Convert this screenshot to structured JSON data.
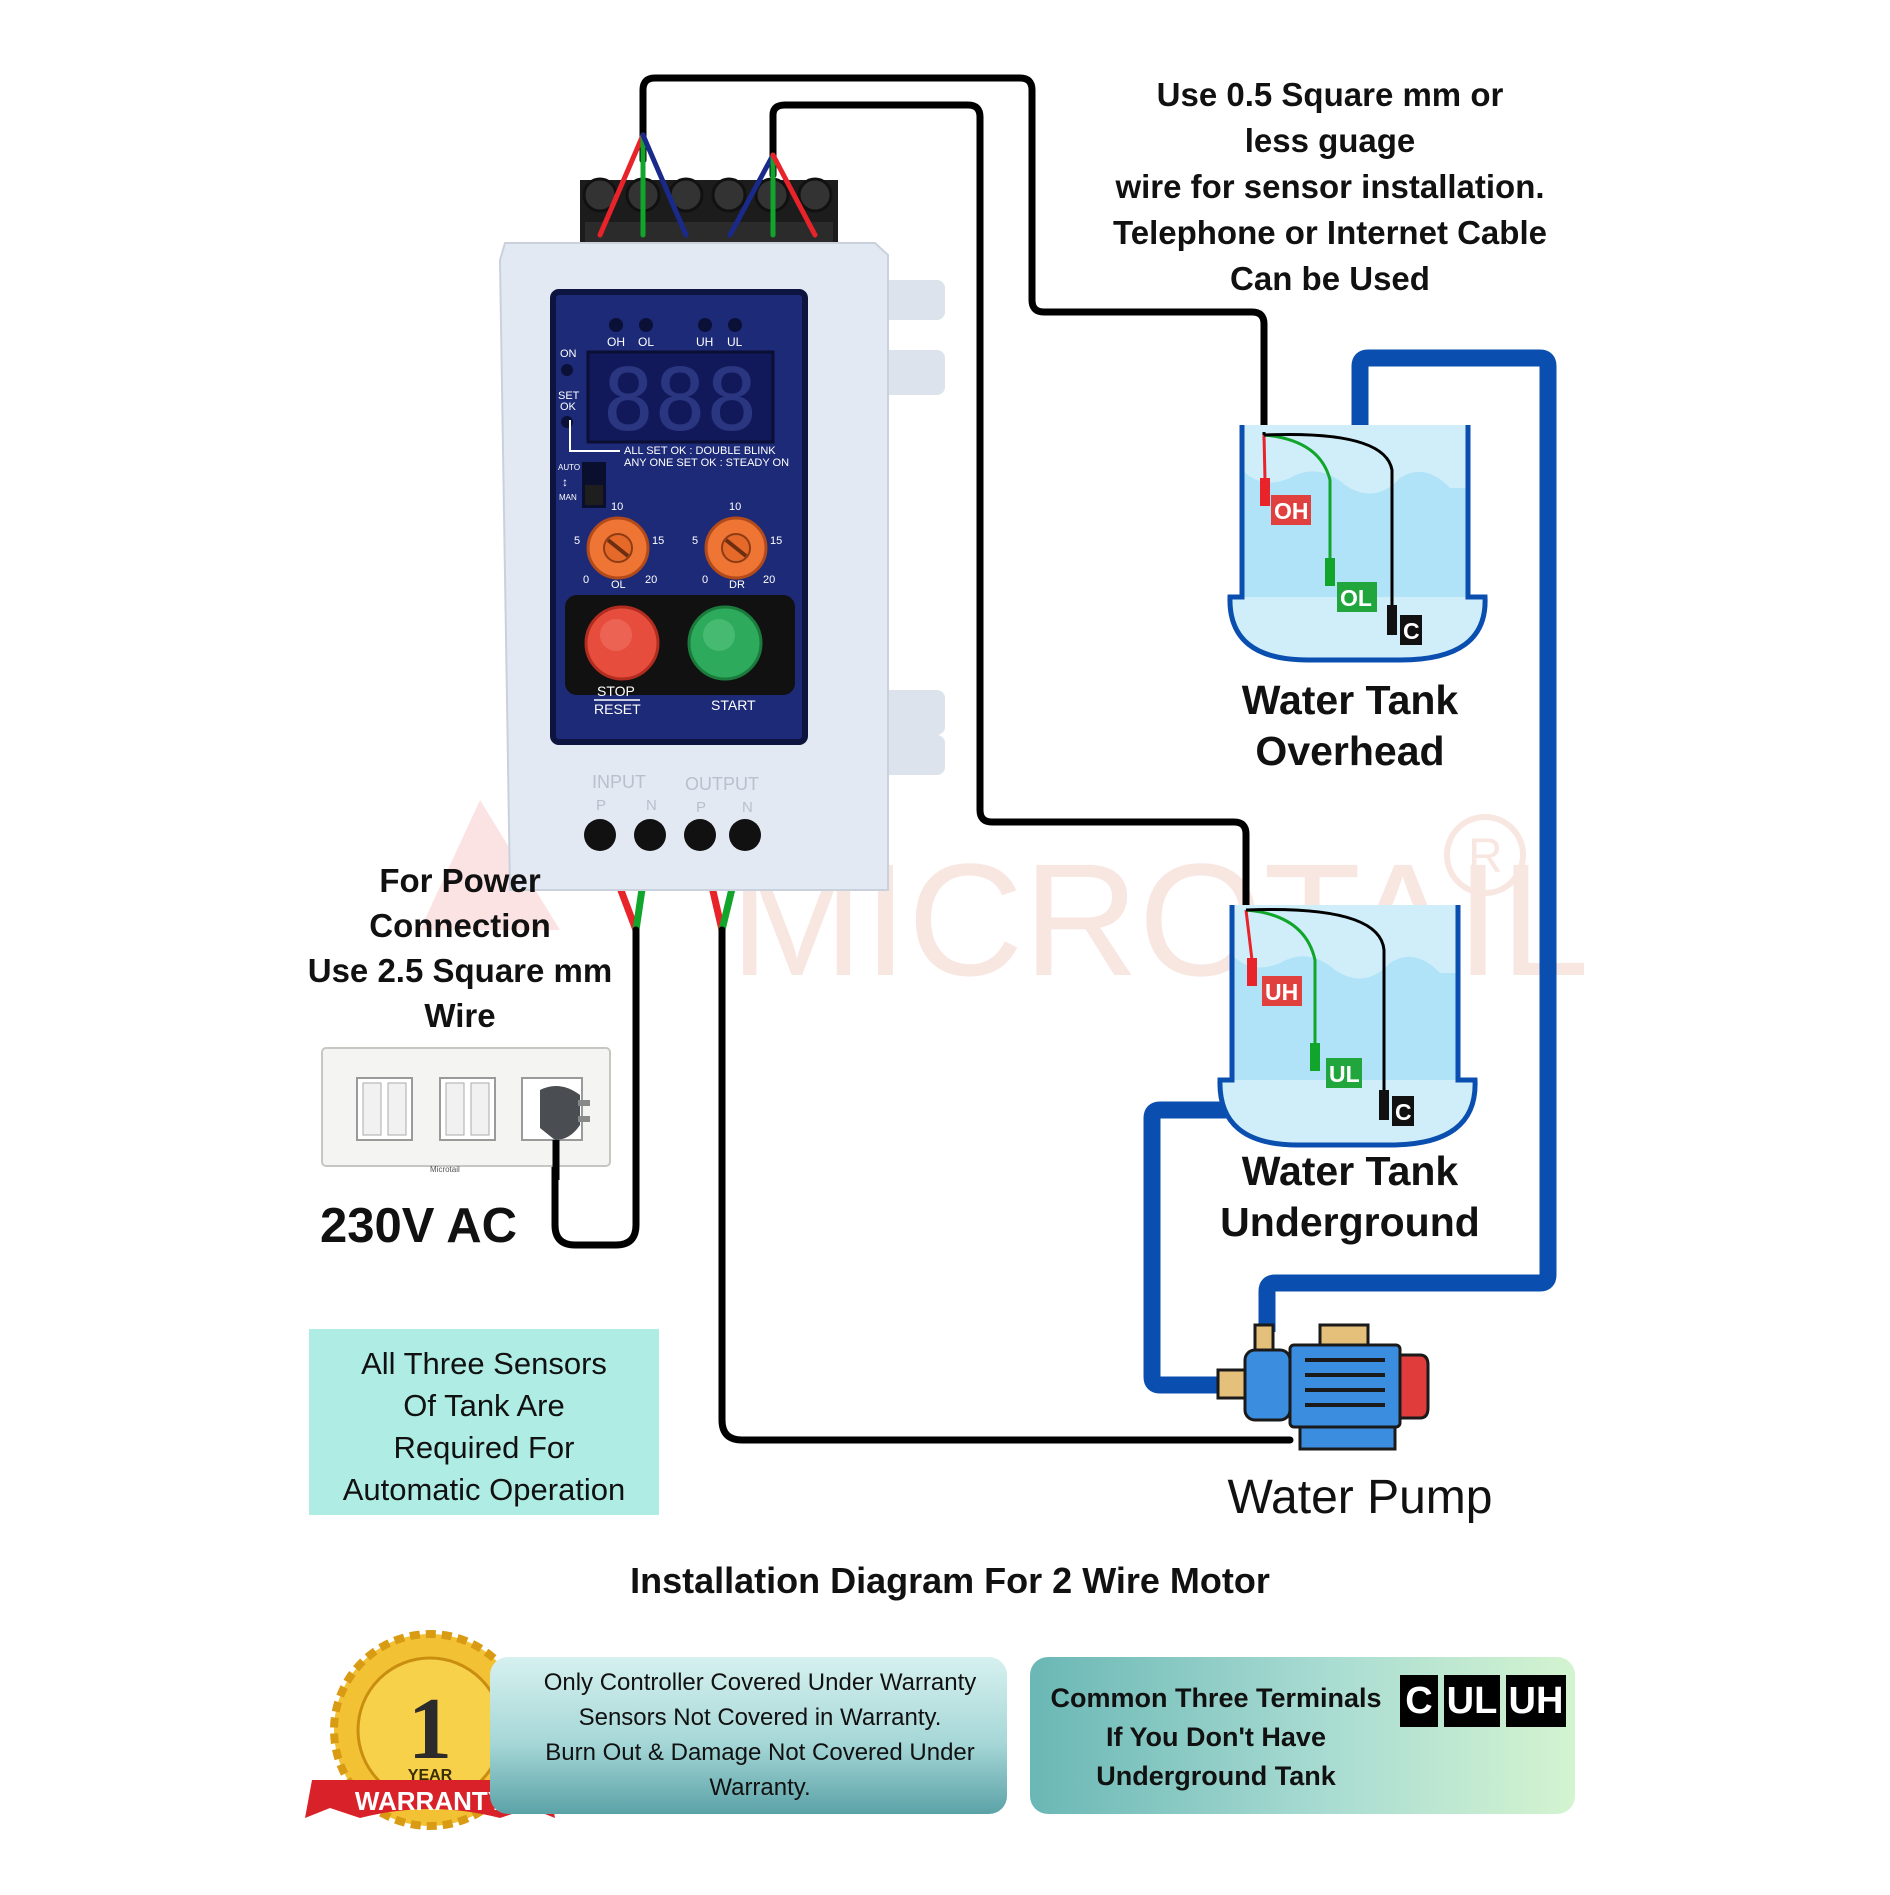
{
  "notes": {
    "sensor_wire": [
      "Use 0.5 Square mm or",
      "less guage",
      "wire for sensor installation.",
      "Telephone or Internet Cable",
      "Can be Used"
    ],
    "power_wire": [
      "For Power",
      "Connection",
      "Use 2.5 Square mm",
      "Wire"
    ],
    "supply": "230V AC",
    "sensors_required": [
      "All Three Sensors",
      "Of Tank Are",
      "Required For",
      "Automatic Operation"
    ]
  },
  "controller": {
    "led_labels": [
      "OH",
      "OL",
      "UH",
      "UL"
    ],
    "status_labels": [
      "ON",
      "SET",
      "OK"
    ],
    "display_value": "888",
    "legend": [
      "ALL SET OK : DOUBLE BLINK",
      "ANY ONE SET OK : STEADY ON"
    ],
    "switch_labels": [
      "AUTO",
      "↕",
      "MAN"
    ],
    "knob_left": {
      "label": "OL",
      "scale": [
        "0",
        "5",
        "10",
        "15",
        "20"
      ]
    },
    "knob_right": {
      "label": "DR",
      "scale": [
        "0",
        "5",
        "10",
        "15",
        "20"
      ]
    },
    "stop_label": [
      "STOP",
      "RESET"
    ],
    "start_label": "START",
    "terminals": {
      "input": "INPUT",
      "output": "OUTPUT",
      "p": "P",
      "n": "N"
    }
  },
  "watermark": "MICROTAIL",
  "switchboard_brand": "Microtail",
  "tanks": {
    "overhead": {
      "name": [
        "Water Tank",
        "Overhead"
      ],
      "sensors": [
        "OH",
        "OL",
        "C"
      ]
    },
    "underground": {
      "name": [
        "Water Tank",
        "Underground"
      ],
      "sensors": [
        "UH",
        "UL",
        "C"
      ]
    }
  },
  "pump_label": "Water Pump",
  "diagram_title": "Installation Diagram For 2 Wire Motor",
  "warranty": {
    "years": "1",
    "year_label": "YEAR",
    "ribbon": "WARRANTY",
    "text": [
      "Only Controller Covered Under Warranty",
      "Sensors Not Covered in Warranty.",
      "Burn Out & Damage Not Covered Under",
      "Warranty."
    ]
  },
  "common": {
    "text": [
      "Common Three Terminals",
      "If You Don't Have",
      "Underground Tank"
    ],
    "terminals": [
      "C",
      "UL",
      "UH"
    ]
  },
  "colors": {
    "sensor_wire": "#000000",
    "live": "#e8232a",
    "neutral": "#12a52b",
    "pipe": "#0a4fb0",
    "water": "#cfeefa",
    "panel": "#1d2a78",
    "sensor_box": "#aeece4"
  }
}
